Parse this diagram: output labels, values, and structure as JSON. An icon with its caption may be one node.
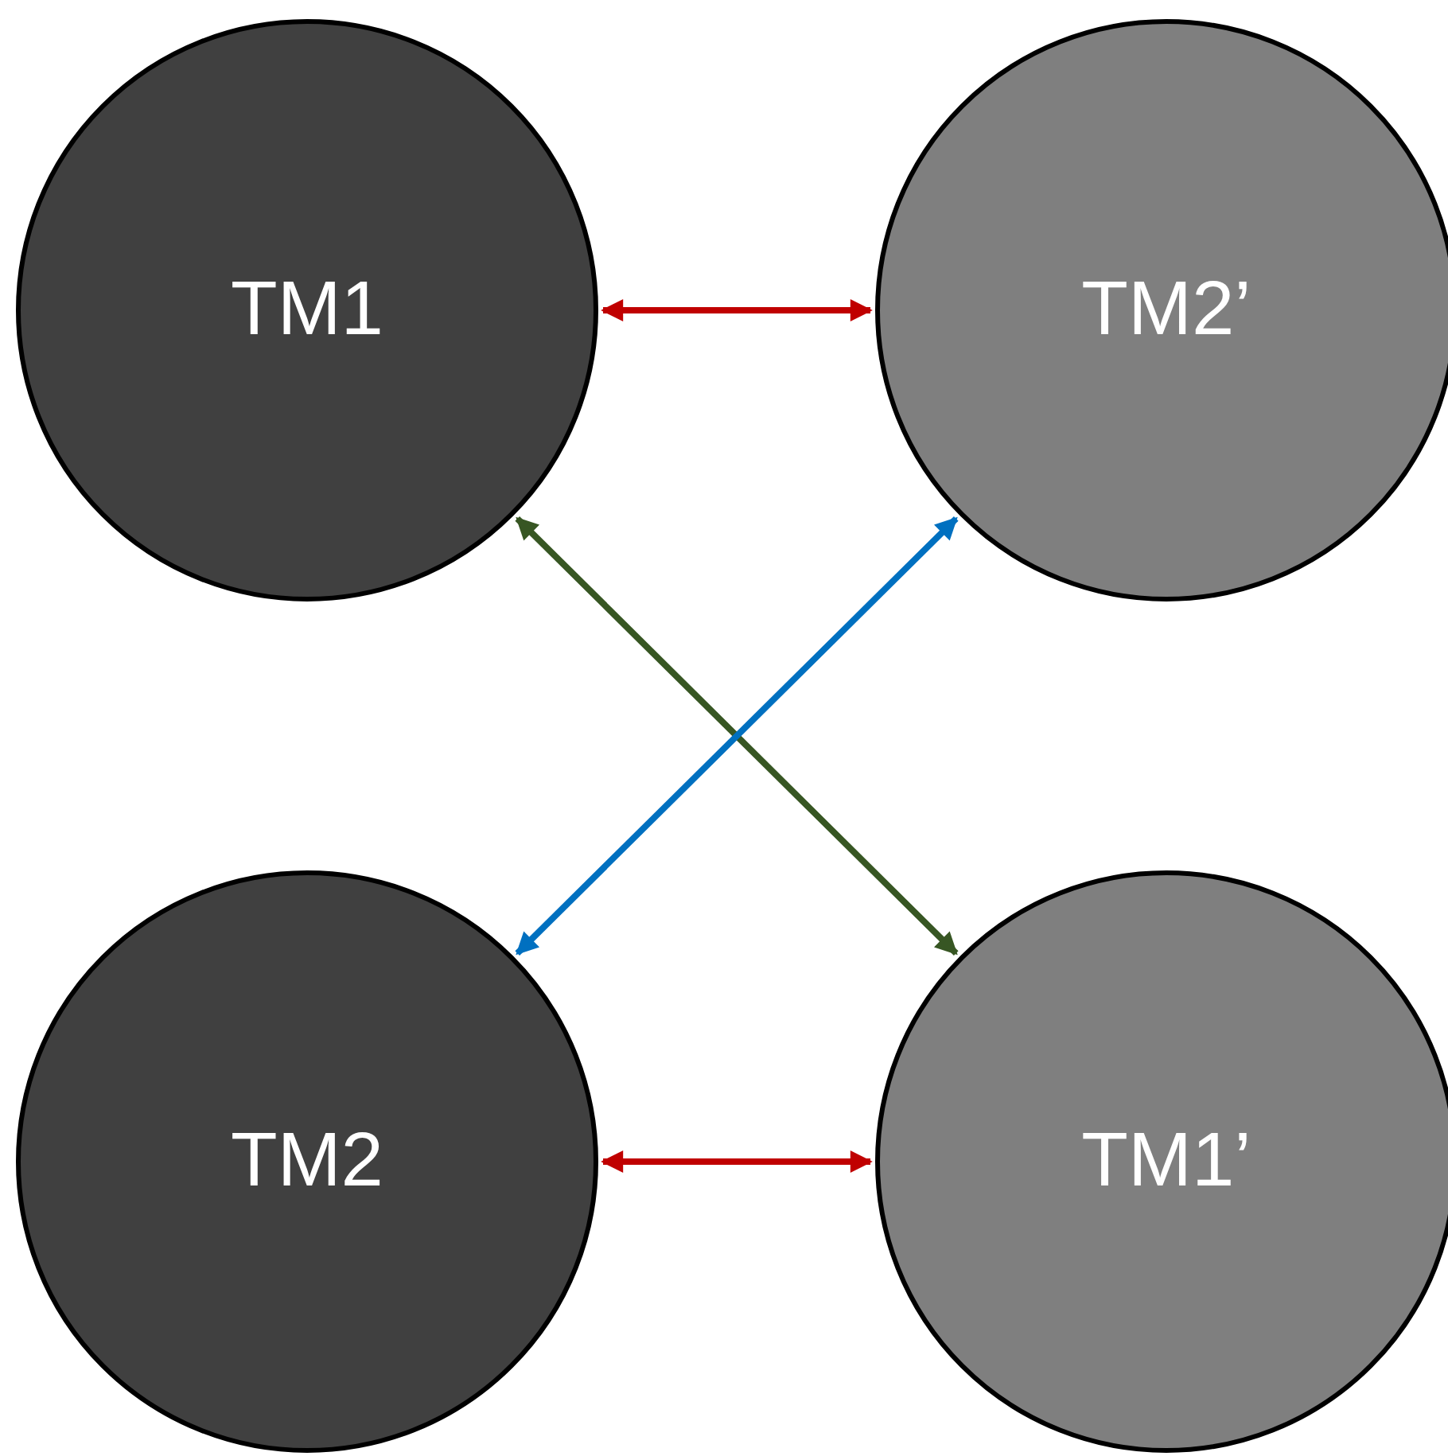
{
  "diagram": {
    "nodes": [
      {
        "text": [
          "TM1"
        ]
      },
      {
        "text": [
          "TM2’"
        ]
      },
      {
        "text": [
          "TM2"
        ]
      },
      {
        "text": [
          "TM1’"
        ]
      }
    ],
    "edges": [
      {
        "from": 0,
        "to": 1,
        "arrow": "both",
        "color": "#c00000"
      },
      {
        "from": 0,
        "to": 3,
        "arrow": "both",
        "color": "#375623"
      },
      {
        "from": 2,
        "to": 1,
        "arrow": "both",
        "color": "#0070c0"
      },
      {
        "from": 2,
        "to": 3,
        "arrow": "both",
        "color": "#c00000"
      }
    ]
  }
}
